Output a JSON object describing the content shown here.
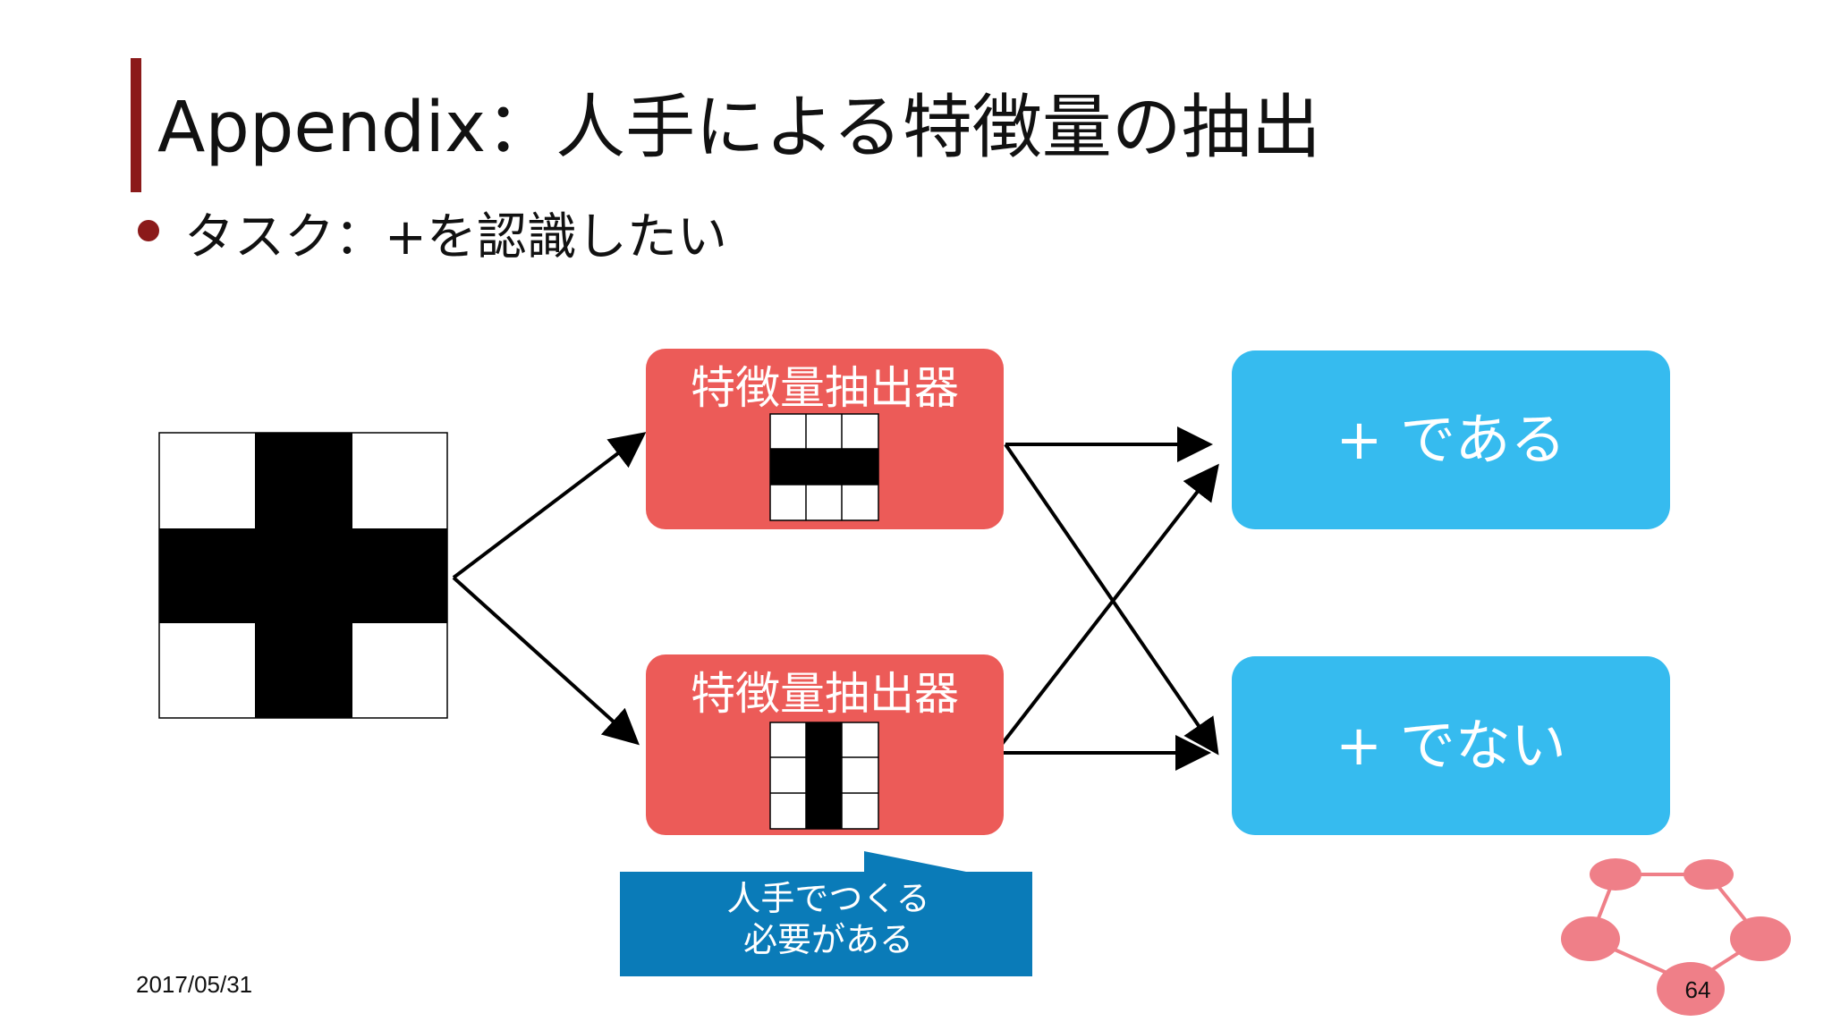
{
  "slide": {
    "title": "Appendix：人手による特徴量の抽出",
    "bullet": "タスク：+を認識したい",
    "date": "2017/05/31",
    "page_number": "64"
  },
  "diagram": {
    "input_image": "plus-shape-3x3-grid",
    "extractors": [
      {
        "label": "特徴量抽出器",
        "filter": "horizontal-bar-3x3"
      },
      {
        "label": "特徴量抽出器",
        "filter": "vertical-bar-3x3"
      }
    ],
    "outputs": [
      {
        "label": "+ である"
      },
      {
        "label": "+ でない"
      }
    ],
    "callout": {
      "line1": "人手でつくる",
      "line2": "必要がある"
    }
  },
  "colors": {
    "title_accent": "#8b1a1a",
    "extractor_box": "#ec5b58",
    "output_box": "#36bbef",
    "callout_box": "#0a7bb8",
    "logo": "#ef7f88"
  }
}
